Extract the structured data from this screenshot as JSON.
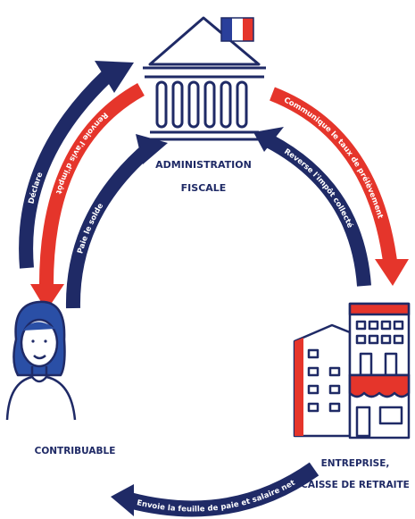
{
  "nodes": {
    "administration": {
      "line1": "ADMINISTRATION",
      "line2": "FISCALE"
    },
    "contribuable": {
      "label": "CONTRIBUABLE"
    },
    "entreprise": {
      "line1": "ENTREPRISE,",
      "line2": "CAISSE DE RETRAITE"
    }
  },
  "arrows": {
    "declare": "Déclare",
    "renvoie": "Renvoie l'avis d'impôt",
    "paie": "Paie le solde",
    "communique": "Communique le taux de prélèvement",
    "reverse": "Reverse l'impôt collecté",
    "envoie": "Envoie la feuille de paie et salaire net"
  },
  "colors": {
    "navy": "#1f2a66",
    "red": "#e5352b",
    "flag_blue": "#2a3f9b",
    "flag_red": "#e5352b"
  }
}
